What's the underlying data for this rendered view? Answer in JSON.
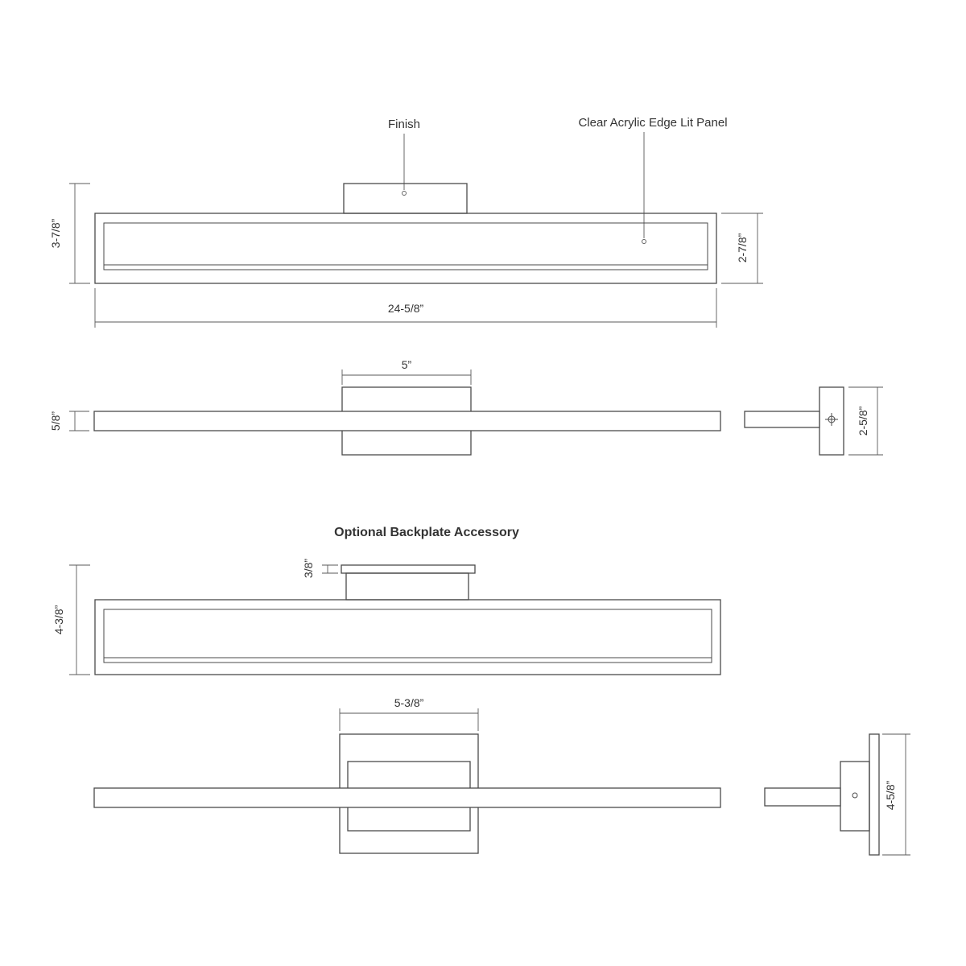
{
  "page": {
    "background": "#ffffff",
    "line_color": "#4a4a4a"
  },
  "callouts": {
    "finish": "Finish",
    "acrylic_panel": "Clear Acrylic Edge Lit Panel"
  },
  "section_title": "Optional Backplate Accessory",
  "standard": {
    "overall_height": "3-7/8”",
    "body_height": "2-7/8”",
    "overall_width": "24-5/8”",
    "canopy_width": "5”",
    "bar_depth": "5/8”",
    "canopy_side_height": "2-5/8”"
  },
  "accessory": {
    "backplate_thickness": "3/8”",
    "overall_height": "4-3/8”",
    "backplate_width": "5-3/8”",
    "backplate_side_height": "4-5/8”"
  }
}
